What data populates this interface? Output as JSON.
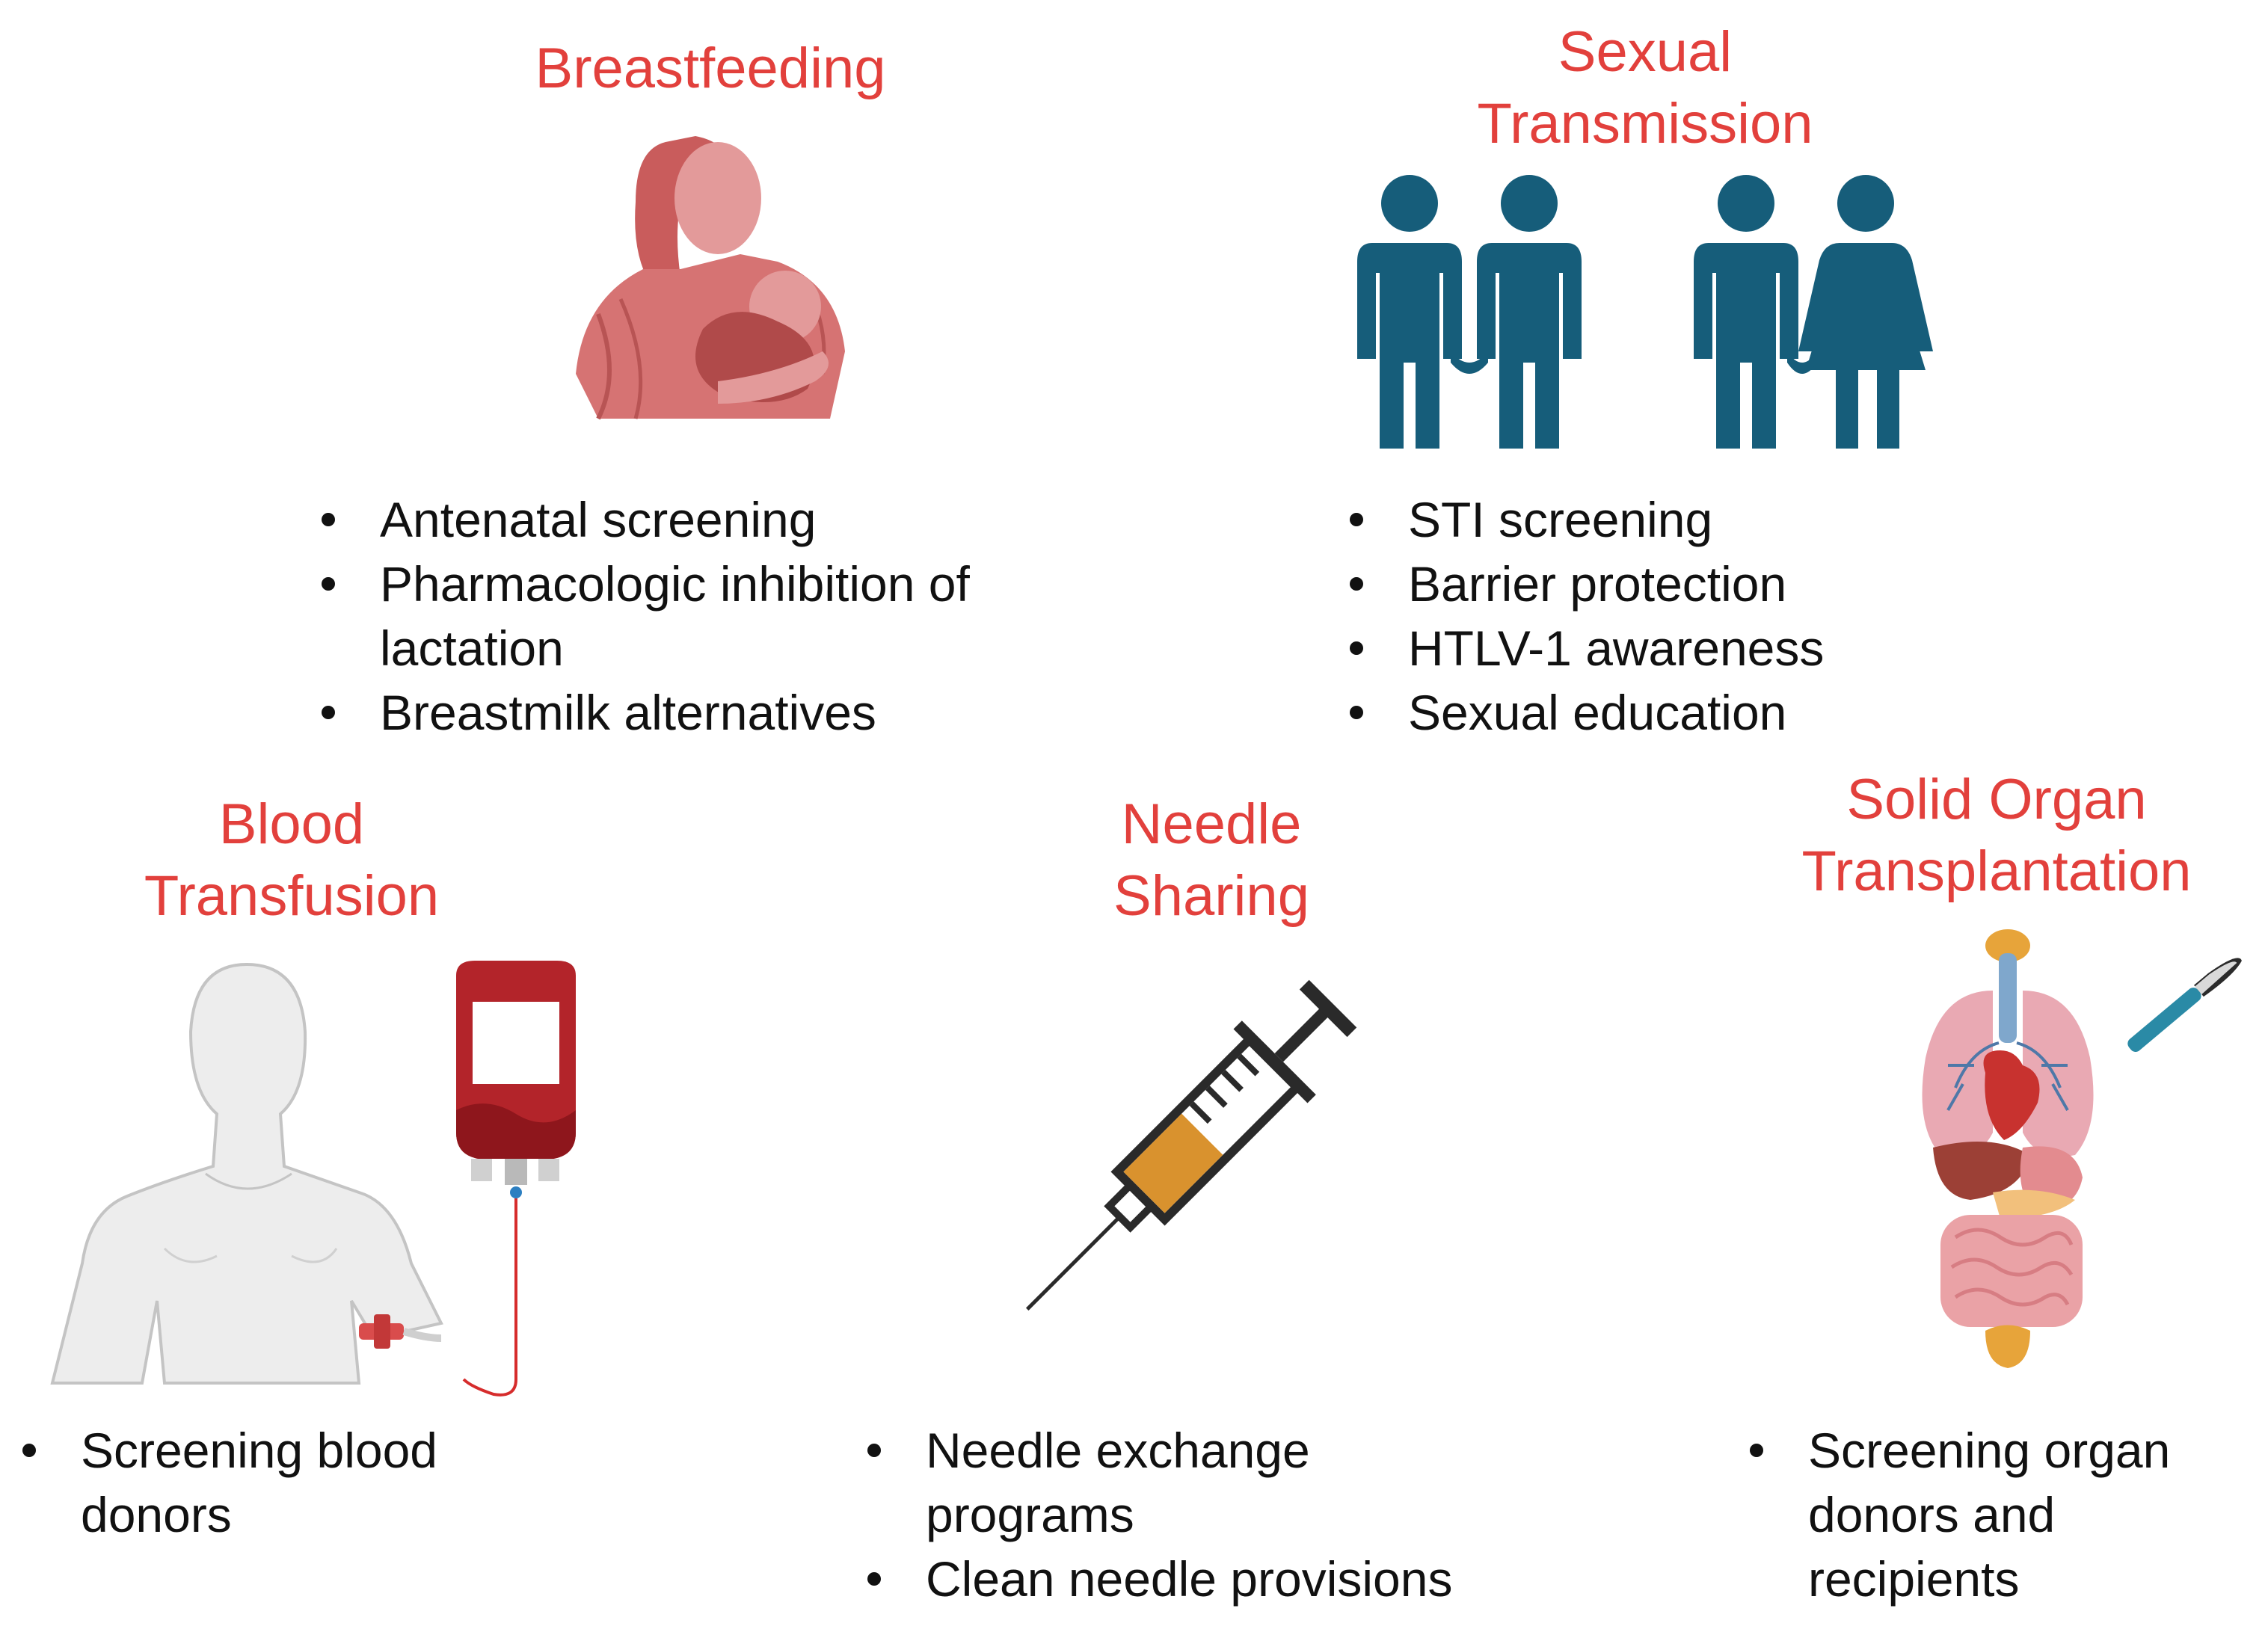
{
  "breastfeeding": {
    "title": "Breastfeeding",
    "items": [
      "Antenatal screening",
      "Pharmacologic inhibition of",
      "lactation",
      "Breastmilk alternatives"
    ]
  },
  "sexual": {
    "title_line1": "Sexual",
    "title_line2": "Transmission",
    "items": [
      "STI screening",
      "Barrier protection",
      "HTLV-1 awareness",
      "Sexual education"
    ]
  },
  "blood": {
    "title_line1": "Blood",
    "title_line2": "Transfusion",
    "items": [
      "Screening blood",
      "donors"
    ]
  },
  "needle": {
    "title_line1": "Needle",
    "title_line2": "Sharing",
    "items": [
      "Needle exchange",
      "programs",
      "Clean needle provisions"
    ]
  },
  "organ": {
    "title_line1": "Solid Organ",
    "title_line2": "Transplantation",
    "items": [
      "Screening organ",
      "donors and",
      "recipients"
    ]
  },
  "colors": {
    "title": "#e2403c",
    "people": "#165d7a",
    "mother": "#d67373",
    "blood": "#b3242a",
    "syringe_fluid": "#d9922e"
  },
  "icons": [
    "breastfeeding-mother-icon",
    "couple-icon",
    "human-body-icon",
    "blood-bag-icon",
    "syringe-icon",
    "organs-icon",
    "scalpel-icon"
  ]
}
